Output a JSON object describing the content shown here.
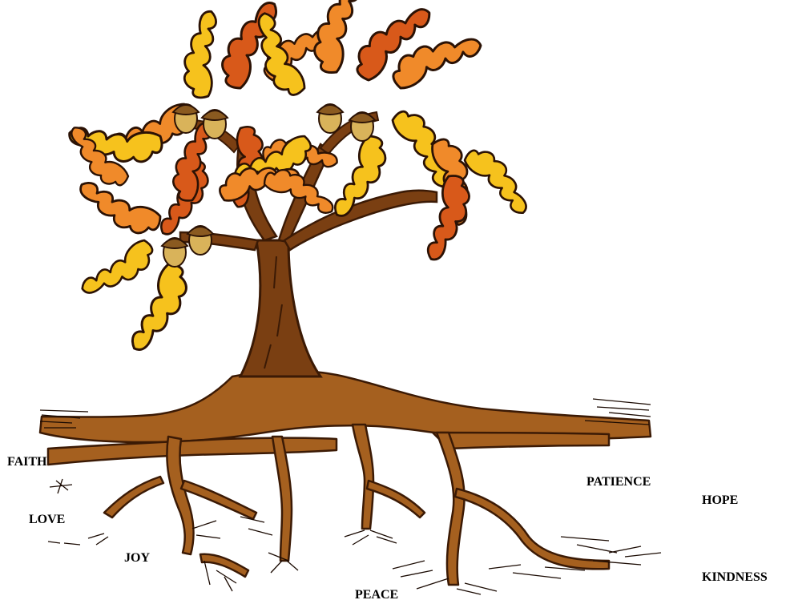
{
  "labels": {
    "faith": "FAITH",
    "love": "LOVE",
    "joy": "JOY",
    "peace": "PEACE",
    "patience": "PATIENCE",
    "hope": "HOPE",
    "kindness": "KINDNESS"
  },
  "colors": {
    "bark": "#7a3f12",
    "bark_dark": "#3b1a05",
    "root": "#a5601f",
    "leaf_orange": "#f08a2a",
    "leaf_dark_orange": "#d8591a",
    "leaf_yellow": "#f6c21d",
    "acorn": "#d9b35a",
    "acorn_cap": "#8a5a20"
  }
}
